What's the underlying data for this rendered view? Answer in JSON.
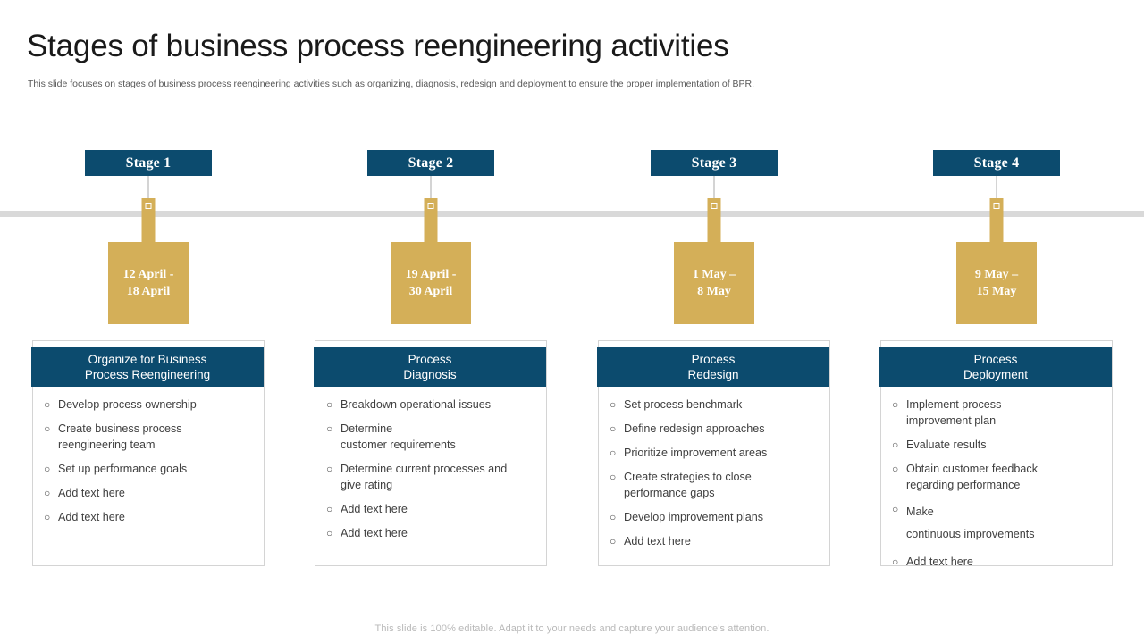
{
  "slide": {
    "title": "Stages of business process reengineering activities",
    "subtitle": "This slide focuses on stages of business process reengineering activities such as organizing, diagnosis, redesign and deployment to ensure the proper implementation of BPR.",
    "footer": "This slide is 100% editable. Adapt it to your needs and capture your audience's attention."
  },
  "colors": {
    "navy": "#0c4b6e",
    "gold": "#d4af58",
    "timeline_grey": "#d9d9d9",
    "body_text": "#3f3f3f",
    "title_text": "#1a1a1a",
    "subtitle_text": "#595959",
    "footer_text": "#b9b9b9",
    "card_border": "#d4d4d4"
  },
  "bullet_glyph": "○",
  "stages": [
    {
      "badge": "Stage 1",
      "date": "12 April -\n18 April",
      "card_title": "Organize for Business\nProcess Reengineering",
      "items": [
        "Develop process ownership",
        "Create business process\nreengineering team",
        "Set up performance goals",
        "Add text here",
        "Add text here"
      ]
    },
    {
      "badge": "Stage 2",
      "date": "19 April -\n30 April",
      "card_title": "Process\nDiagnosis",
      "items": [
        "Breakdown operational issues",
        "Determine\ncustomer requirements",
        "Determine current processes and\ngive rating",
        "Add text here",
        "Add text here"
      ]
    },
    {
      "badge": "Stage 3",
      "date": "1 May –\n8 May",
      "card_title": "Process\nRedesign",
      "items": [
        "Set process benchmark",
        "Define redesign approaches",
        "Prioritize improvement areas",
        "Create strategies to close\nperformance gaps",
        "Develop improvement plans",
        "Add text here"
      ]
    },
    {
      "badge": "Stage 4",
      "date": "9 May –\n15 May",
      "card_title": "Process\nDeployment",
      "items": [
        "Implement process\nimprovement plan",
        "Evaluate results",
        "Obtain customer feedback\nregarding performance",
        "Make\ncontinuous improvements",
        "Add text here"
      ]
    }
  ]
}
